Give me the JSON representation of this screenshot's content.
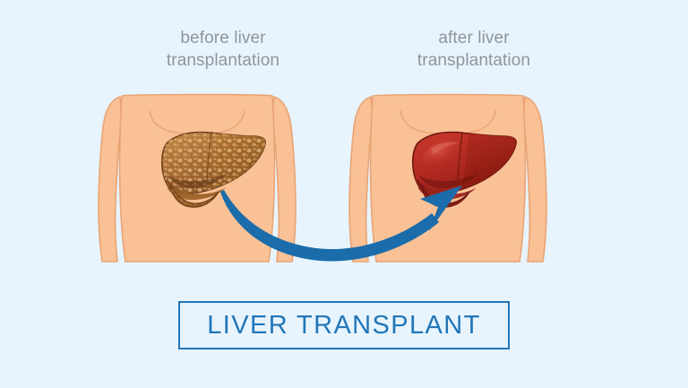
{
  "background_color": "#e8f4fd",
  "title": {
    "label": "LIVER TRANSPLANT",
    "text_color": "#2176b8",
    "border_color": "#2176b8"
  },
  "captions": {
    "before": "before liver\ntransplantation",
    "before_line1": "before liver",
    "before_line2": "transplantation",
    "after": "after liver\ntransplantation",
    "after_line1": "after liver",
    "after_line2": "transplantation",
    "text_color": "#8f959c"
  },
  "figures": [
    {
      "side": "left",
      "state": "before",
      "organ": "diseased-cirrhotic-liver",
      "organ_colors": {
        "base": "#a96c33",
        "nodules": "#dfb077",
        "shadow": "#7d4a1e",
        "outline": "#6e3f18"
      },
      "skin_color": "#f9c195",
      "skin_outline": "#e9a475"
    },
    {
      "side": "right",
      "state": "after",
      "organ": "healthy-transplanted-liver",
      "organ_colors": {
        "base": "#b72a22",
        "highlight": "#d4493a",
        "shadow": "#7f1c16",
        "outline": "#6d1711"
      },
      "skin_color": "#f9c195",
      "skin_outline": "#e9a475"
    }
  ],
  "arrow": {
    "name": "transplant-direction-arrow",
    "color": "#1b6caa",
    "direction": "left-to-right-upward"
  }
}
